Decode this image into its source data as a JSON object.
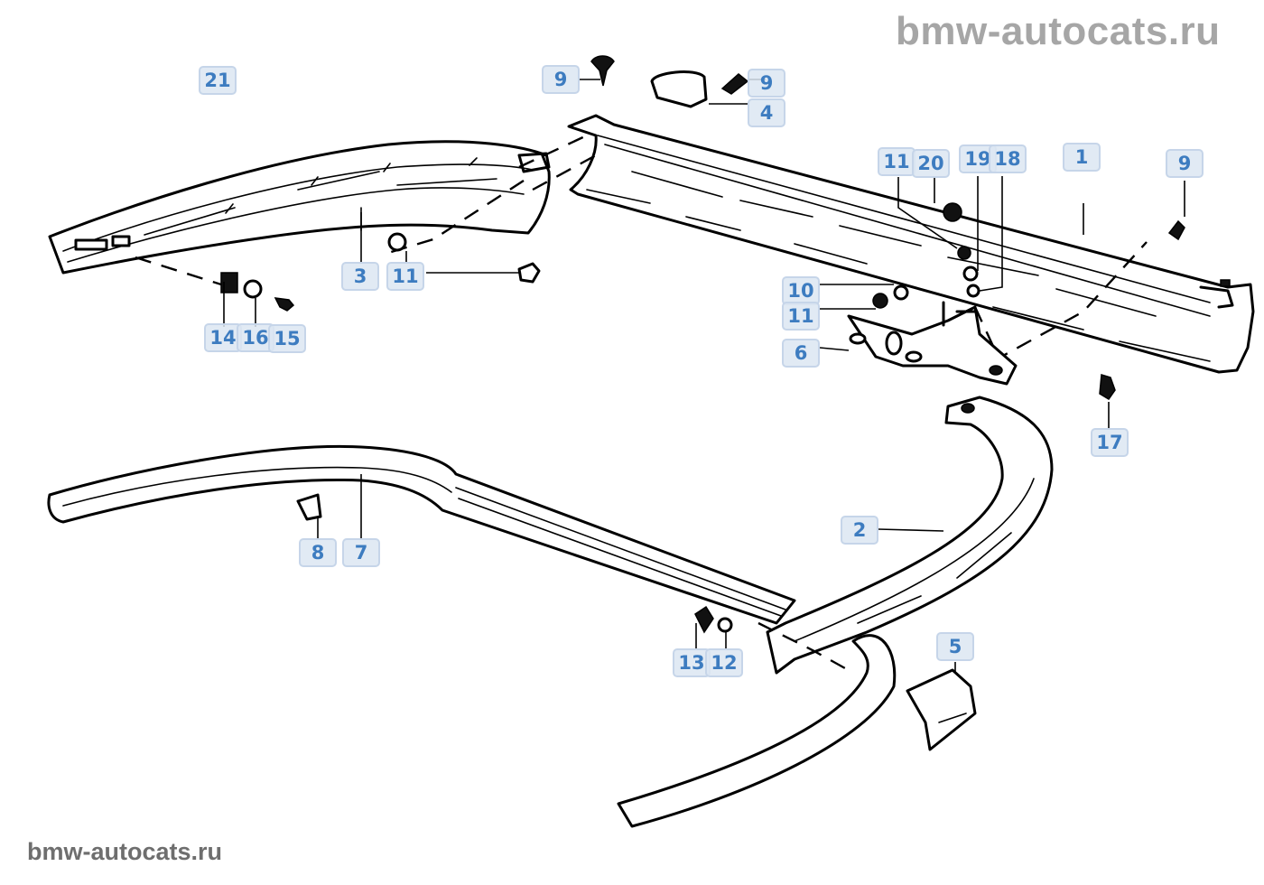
{
  "watermarks": {
    "top_right": "bmw-autocats.ru",
    "bottom_left": "bmw-autocats.ru"
  },
  "colors": {
    "badge_text": "#3d7cc0",
    "badge_fill": "#dce6f2",
    "badge_border": "#c4d4e8",
    "watermark_top": "#a6a6a6",
    "watermark_bottom": "#6e6e6e",
    "line_art": "#000000"
  },
  "callouts": [
    {
      "id": "c21",
      "label": "21"
    },
    {
      "id": "c9a",
      "label": "9"
    },
    {
      "id": "c9b",
      "label": "9"
    },
    {
      "id": "c4",
      "label": "4"
    },
    {
      "id": "c11a",
      "label": "11"
    },
    {
      "id": "c20",
      "label": "20"
    },
    {
      "id": "c19",
      "label": "19"
    },
    {
      "id": "c18",
      "label": "18"
    },
    {
      "id": "c1",
      "label": "1"
    },
    {
      "id": "c9c",
      "label": "9"
    },
    {
      "id": "c3",
      "label": "3"
    },
    {
      "id": "c11b",
      "label": "11"
    },
    {
      "id": "c10",
      "label": "10"
    },
    {
      "id": "c11c",
      "label": "11"
    },
    {
      "id": "c6",
      "label": "6"
    },
    {
      "id": "c14",
      "label": "14"
    },
    {
      "id": "c16",
      "label": "16"
    },
    {
      "id": "c15",
      "label": "15"
    },
    {
      "id": "c17",
      "label": "17"
    },
    {
      "id": "c2",
      "label": "2"
    },
    {
      "id": "c8",
      "label": "8"
    },
    {
      "id": "c7",
      "label": "7"
    },
    {
      "id": "c5",
      "label": "5"
    },
    {
      "id": "c13",
      "label": "13"
    },
    {
      "id": "c12",
      "label": "12"
    }
  ]
}
